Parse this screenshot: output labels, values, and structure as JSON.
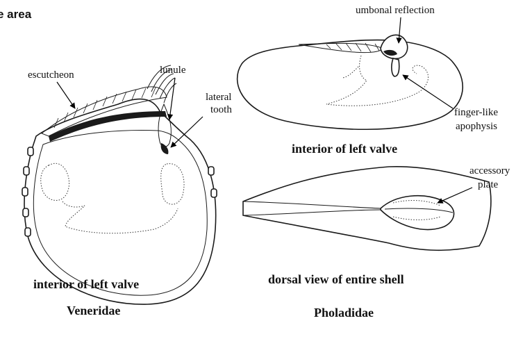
{
  "header": {
    "partial_title": "e area"
  },
  "veneridae": {
    "labels": {
      "escutcheon": "escutcheon",
      "lunule": "lunule",
      "lateral_tooth_line1": "lateral",
      "lateral_tooth_line2": "tooth"
    },
    "caption": "interior of left valve",
    "family": "Veneridae"
  },
  "pholadidae": {
    "interior": {
      "labels": {
        "umbonal_reflection": "umbonal reflection",
        "finger_like_line1": "finger-like",
        "finger_like_line2": "apophysis"
      },
      "caption": "interior of left valve"
    },
    "dorsal": {
      "labels": {
        "accessory_line1": "accessory",
        "accessory_line2": "plate"
      },
      "caption": "dorsal view of entire shell"
    },
    "family": "Pholadidae"
  },
  "colors": {
    "ink": "#111111",
    "background": "#ffffff"
  }
}
